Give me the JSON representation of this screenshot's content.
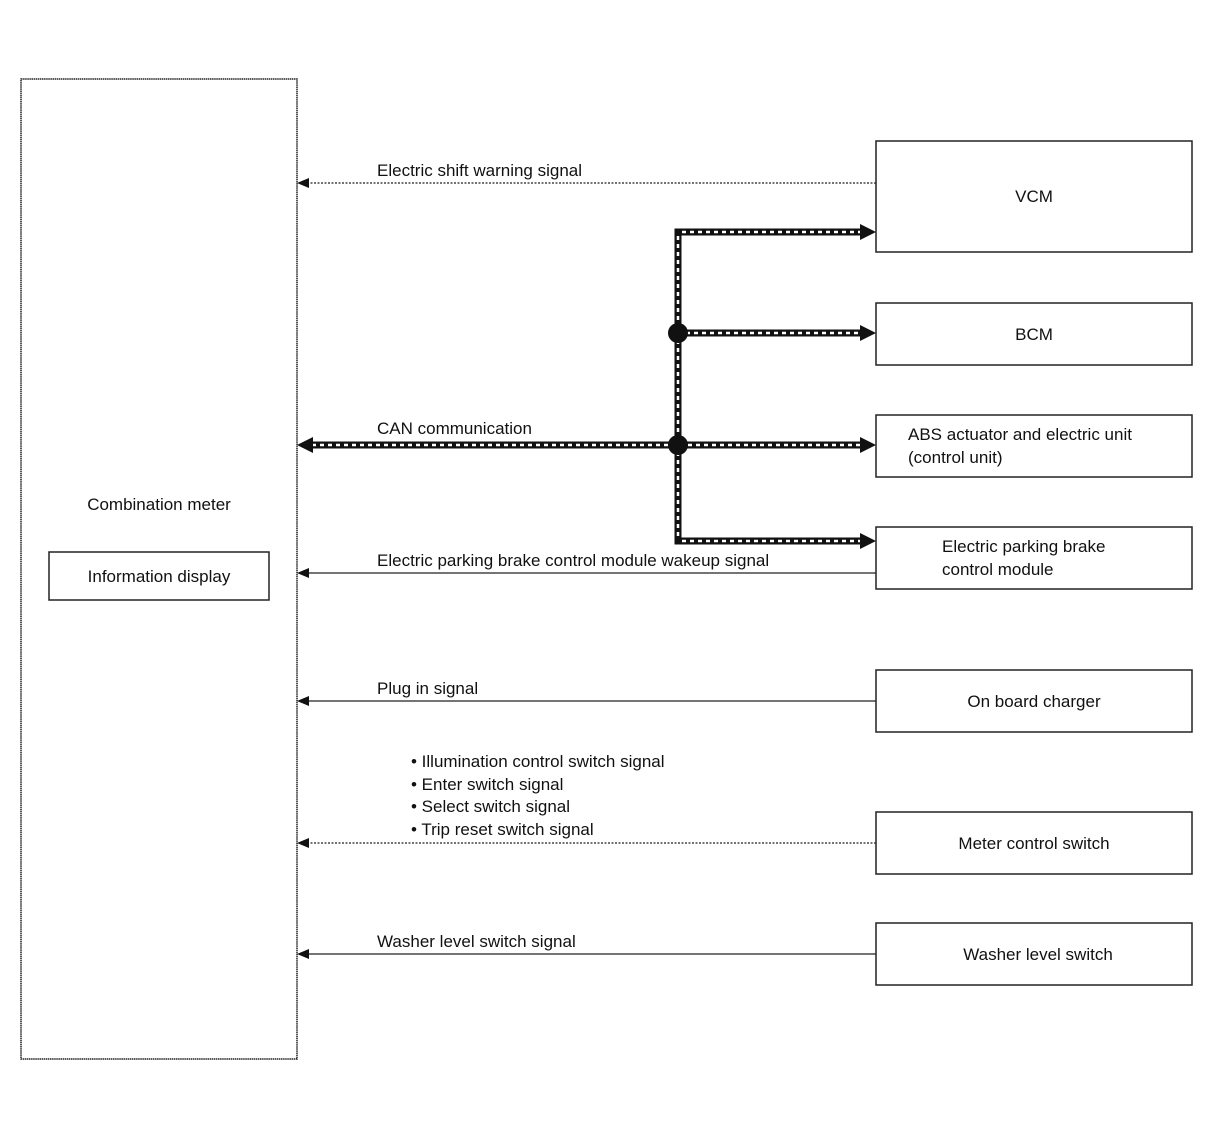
{
  "combination_meter": {
    "title": "Combination meter",
    "info_display": "Information display"
  },
  "units": {
    "vcm": "VCM",
    "bcm": "BCM",
    "abs": [
      "ABS actuator and electric unit",
      "(control unit)"
    ],
    "epb": [
      "Electric parking brake",
      "control module"
    ],
    "charger": "On board charger",
    "meter_switch": "Meter control switch",
    "washer_switch": "Washer level switch"
  },
  "signals": {
    "shift_warning": "Electric shift warning signal",
    "can": "CAN communication",
    "epb_wakeup": "Electric parking brake control module wakeup signal",
    "plug_in": "Plug in signal",
    "meter_switch_list": [
      "• Illumination control switch signal",
      "• Enter switch signal",
      "• Select switch signal",
      "• Trip reset switch signal"
    ],
    "washer_level": "Washer level switch signal"
  }
}
